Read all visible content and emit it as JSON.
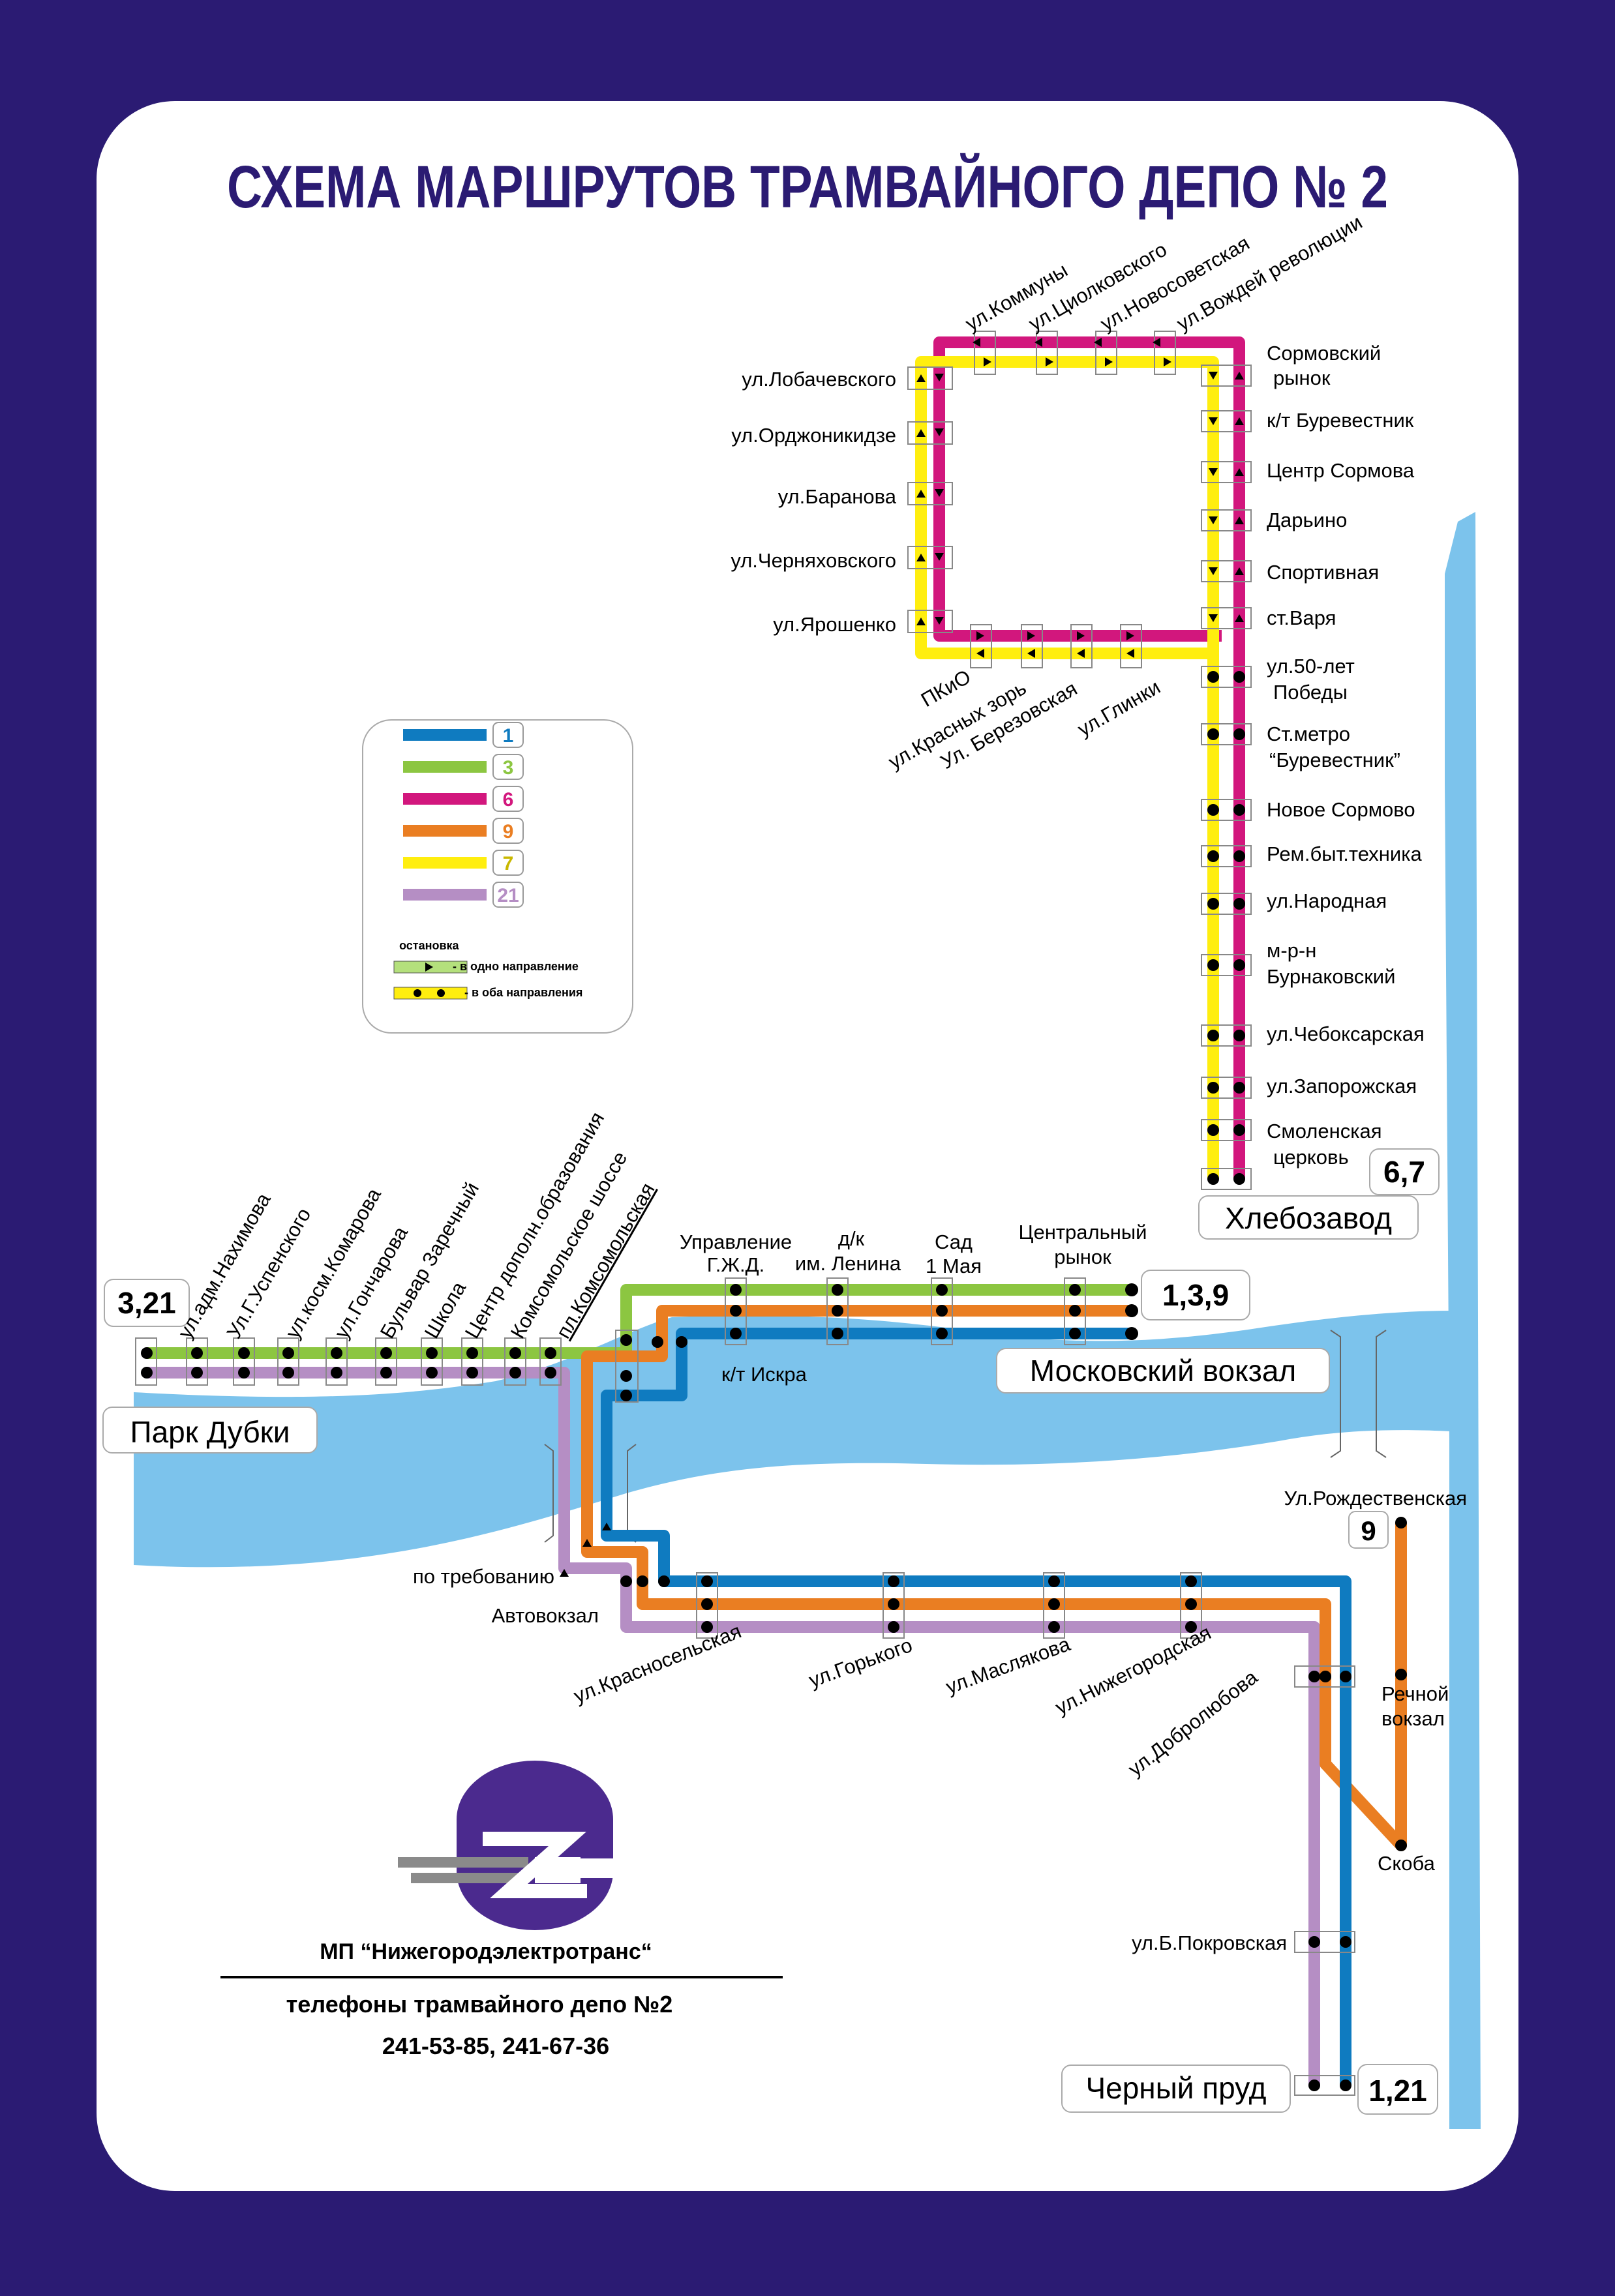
{
  "title": "СХЕМА МАРШРУТОВ ТРАМВАЙНОГО ДЕПО № 2",
  "colors": {
    "frame": "#2b1b73",
    "river": "#7cc3ec",
    "route_1": "#0f7bc0",
    "route_3": "#8cc641",
    "route_6": "#d2177d",
    "route_9": "#ea7e22",
    "route_7": "#ffee0f",
    "route_21": "#b58ec4"
  },
  "legend": {
    "routes": [
      {
        "num": "1",
        "color": "#0f7bc0"
      },
      {
        "num": "3",
        "color": "#8cc641"
      },
      {
        "num": "6",
        "color": "#d2177d"
      },
      {
        "num": "9",
        "color": "#ea7e22"
      },
      {
        "num": "7",
        "color": "#ffee0f"
      },
      {
        "num": "21",
        "color": "#b58ec4"
      }
    ],
    "stop_title": "остановка",
    "one_way": "- в одно направление",
    "both_ways": "- в оба направления"
  },
  "terminals": {
    "dubki": "Парк Дубки",
    "dubki_routes": "3,21",
    "moskovsky": "Московский вокзал",
    "moskovsky_routes": "1,3,9",
    "hlebozavod": "Хлебозавод",
    "hlebozavod_routes": "6,7",
    "cherny": "Черный пруд",
    "cherny_routes": "1,21",
    "rozhd_routes": "9"
  },
  "stops": {
    "komm": "ул.Коммуны",
    "tsiol": "ул.Циолковского",
    "novosov": "ул.Новосоветская",
    "vozhd": "ул.Вождей революции",
    "lobach": "ул.Лобачевского",
    "ordzh": "ул.Орджоникидзе",
    "baranova": "ул.Баранова",
    "chern": "ул.Черняховского",
    "yarosh": "ул.Ярошенко",
    "pkio": "ПКиО",
    "krzor": "ул.Красных зорь",
    "berez": "Ул. Березовская",
    "glinki": "ул.Глинки",
    "sorm_rynok_1": "Сормовский",
    "sorm_rynok_2": "рынок",
    "burev": "к/т Буревестник",
    "tsentr_sorm": "Центр Сормова",
    "daryino": "Дарьино",
    "sport": "Спортивная",
    "varya": "ст.Варя",
    "pobedy_1": "ул.50-лет",
    "pobedy_2": "Победы",
    "metro_1": "Ст.метро",
    "metro_2": "“Буревестник”",
    "nov_sorm": "Новое Сормово",
    "rembyt": "Рем.быт.техника",
    "narodnaya": "ул.Народная",
    "burnak_1": "м-р-н",
    "burnak_2": "Бурнаковский",
    "cheboks": "ул.Чебоксарская",
    "zaporozh": "ул.Запорожская",
    "smol_1": "Смоленская",
    "smol_2": "церковь",
    "nakhimova": "ул.адм.Нахимова",
    "uspensk": "Ул.Г.Успенского",
    "komarova": "ул.косм.Комарова",
    "goncharova": "ул.Гончарова",
    "zarech": "Бульвар Заречный",
    "shkola": "Школа",
    "tsentr_dop": "Центр дополн.образования",
    "komshosse": "Комсомольское шоссе",
    "plkomsom": "пл.Комсомольская",
    "upr_1": "Управление",
    "upr_2": "Г.Ж.Д.",
    "lenina_1": "д/к",
    "lenina_2": "им. Ленина",
    "sad_1": "Сад",
    "sad_2": "1 Мая",
    "tsrynok_1": "Центральный",
    "tsrynok_2": "рынок",
    "iskra": "к/т Искра",
    "po_treb": "по требованию",
    "avtovokzal": "Автовокзал",
    "krasnosel": "ул.Красносельская",
    "gorkogo": "ул.Горького",
    "maslyak": "ул.Маслякова",
    "nizhegor": "ул.Нижегородская",
    "dobrol": "ул.Добролюбова",
    "rozhd": "Ул.Рождественская",
    "rechnoy_1": "Речной",
    "rechnoy_2": "вокзал",
    "skoba": "Скоба",
    "bpokr": "ул.Б.Покровская"
  },
  "footer": {
    "org": "МП “Нижегородэлектротранс“",
    "phones_title": "телефоны трамвайного депо №2",
    "phones": "241-53-85, 241-67-36"
  }
}
